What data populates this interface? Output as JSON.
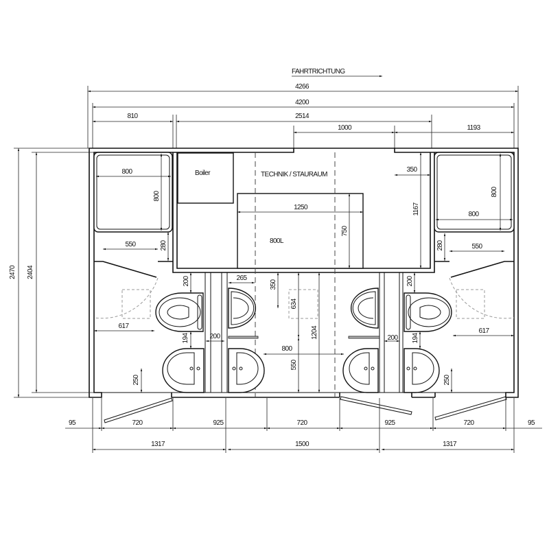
{
  "header": {
    "direction_label": "FAHRTRICHTUNG"
  },
  "rooms": {
    "technik_label": "TECHNIK /  STAURAUM",
    "boiler_label": "Boiler",
    "tank_label": "800L"
  },
  "dims": [
    "4266",
    "4200",
    "810",
    "2514",
    "1000",
    "1193",
    "800",
    "800",
    "550",
    "280",
    "1250",
    "750",
    "350",
    "1167",
    "800",
    "800",
    "280",
    "550",
    "200",
    "265",
    "350",
    "634",
    "1204",
    "617",
    "200",
    "194",
    "800",
    "550",
    "250",
    "200",
    "194",
    "200",
    "617",
    "250",
    "2470",
    "2404",
    "95",
    "720",
    "925",
    "720",
    "925",
    "720",
    "95",
    "1317",
    "1500",
    "1317"
  ]
}
